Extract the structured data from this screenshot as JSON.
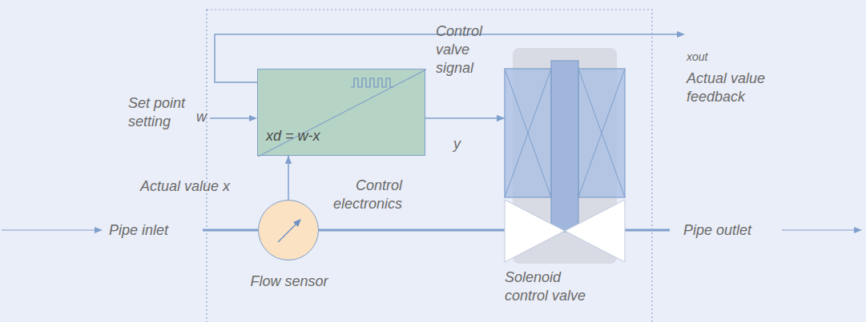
{
  "diagram": {
    "nodes": [
      {
        "text": [
          "xd = w-x",
          "Control electronics"
        ]
      },
      {
        "text": [
          "Flow sensor"
        ]
      },
      {
        "text": [
          "Solenoid control valve"
        ]
      }
    ],
    "edges": [
      {
        "from": 1,
        "to": 0,
        "arrow": "to"
      },
      {
        "from": 0,
        "to": 2,
        "arrow": "to"
      },
      {
        "from": 1,
        "to": 2,
        "arrow": "none"
      }
    ],
    "labels": [
      "Set point setting",
      "w",
      "Actual value x",
      "Control valve signal",
      "y",
      "xout",
      "Actual value feedback",
      "Pipe inlet",
      "Pipe outlet"
    ]
  }
}
